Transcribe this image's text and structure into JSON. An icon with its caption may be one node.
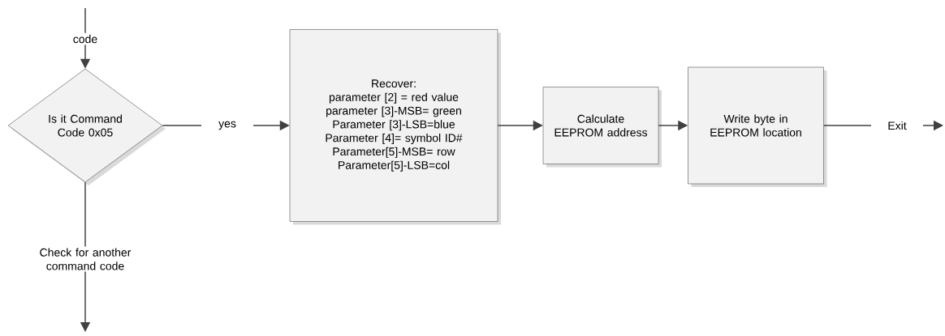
{
  "diagram": {
    "nodes": [
      {
        "text": [
          "Is it Command Code 0x05"
        ]
      },
      {
        "text": [
          "Recover:",
          "parameter [2] = red value",
          "parameter [3]-MSB= green",
          "Parameter [3]-LSB=blue",
          "Parameter [4]= symbol ID#",
          "Parameter[5]-MSB= row",
          "Parameter[5]-LSB=col"
        ]
      },
      {
        "text": [
          "Calculate EEPROM address"
        ]
      },
      {
        "text": [
          "Write byte in EEPROM location"
        ]
      }
    ],
    "edges": [
      {
        "from": null,
        "to": 0,
        "arrow": "to",
        "label": "code"
      },
      {
        "from": 0,
        "to": 1,
        "arrow": "to",
        "label": "yes"
      },
      {
        "from": 1,
        "to": 2,
        "arrow": "to"
      },
      {
        "from": 2,
        "to": 3,
        "arrow": "to"
      },
      {
        "from": 3,
        "to": null,
        "arrow": "to",
        "label": "Exit"
      },
      {
        "from": 0,
        "to": null,
        "arrow": "to",
        "label": "Check for another command code"
      }
    ]
  }
}
